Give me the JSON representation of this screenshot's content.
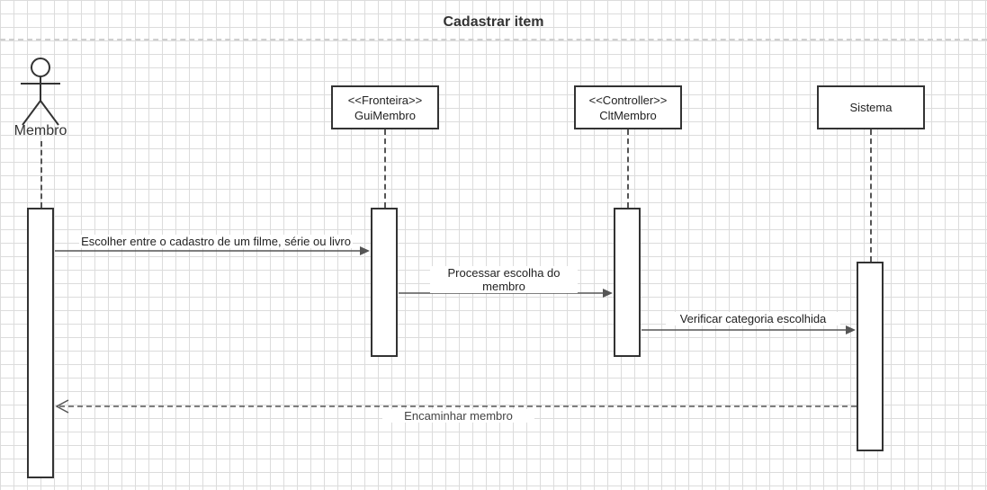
{
  "diagram": {
    "title": "Cadastrar item",
    "actor": {
      "name": "Membro"
    },
    "participants": [
      {
        "stereotype": "<<Fronteira>>",
        "name": "GuiMembro"
      },
      {
        "stereotype": "<<Controller>>",
        "name": "CltMembro"
      },
      {
        "stereotype": "",
        "name": "Sistema"
      }
    ],
    "messages": [
      {
        "text": "Escolher entre o cadastro de um filme, série ou livro",
        "from": "Membro",
        "to": "GuiMembro",
        "kind": "sync"
      },
      {
        "text": "Processar escolha do membro",
        "line1": "Processar escolha do",
        "line2": "membro",
        "from": "GuiMembro",
        "to": "CltMembro",
        "kind": "sync"
      },
      {
        "text": "Verificar categoria escolhida",
        "from": "CltMembro",
        "to": "Sistema",
        "kind": "sync"
      },
      {
        "text": "Encaminhar membro",
        "from": "Sistema",
        "to": "Membro",
        "kind": "return"
      }
    ]
  },
  "colors": {
    "stroke": "#333333",
    "grid": "#dcdcdc",
    "background": "#ffffff"
  }
}
